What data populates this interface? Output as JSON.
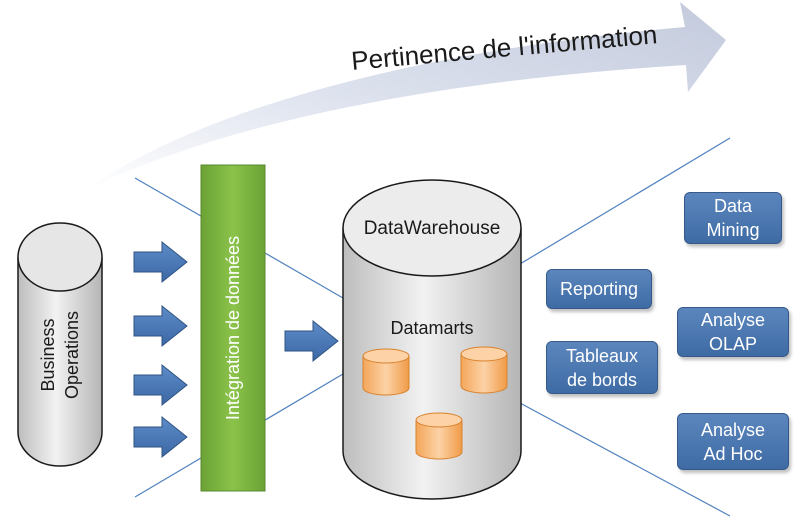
{
  "header": {
    "title": "Pertinence de l'information"
  },
  "source": {
    "label": "Business\nOperations"
  },
  "integration": {
    "label": "Intégration de données"
  },
  "warehouse": {
    "title": "DataWarehouse",
    "datamarts_label": "Datamarts"
  },
  "outputs": [
    {
      "label": "Reporting"
    },
    {
      "label": "Tableaux\nde bords"
    },
    {
      "label": "Data\nMining"
    },
    {
      "label": "Analyse\nOLAP"
    },
    {
      "label": "Analyse\nAd Hoc"
    }
  ],
  "colors": {
    "arrow_blue": "#4a78b8",
    "box_blue": "#4a78b8",
    "integration_green": "#7cb342",
    "datamart_orange": "#f7b370",
    "line_blue": "#4f81bd",
    "cylinder_gray": "#d9d9d9",
    "big_arrow": "#c9d0e1"
  }
}
